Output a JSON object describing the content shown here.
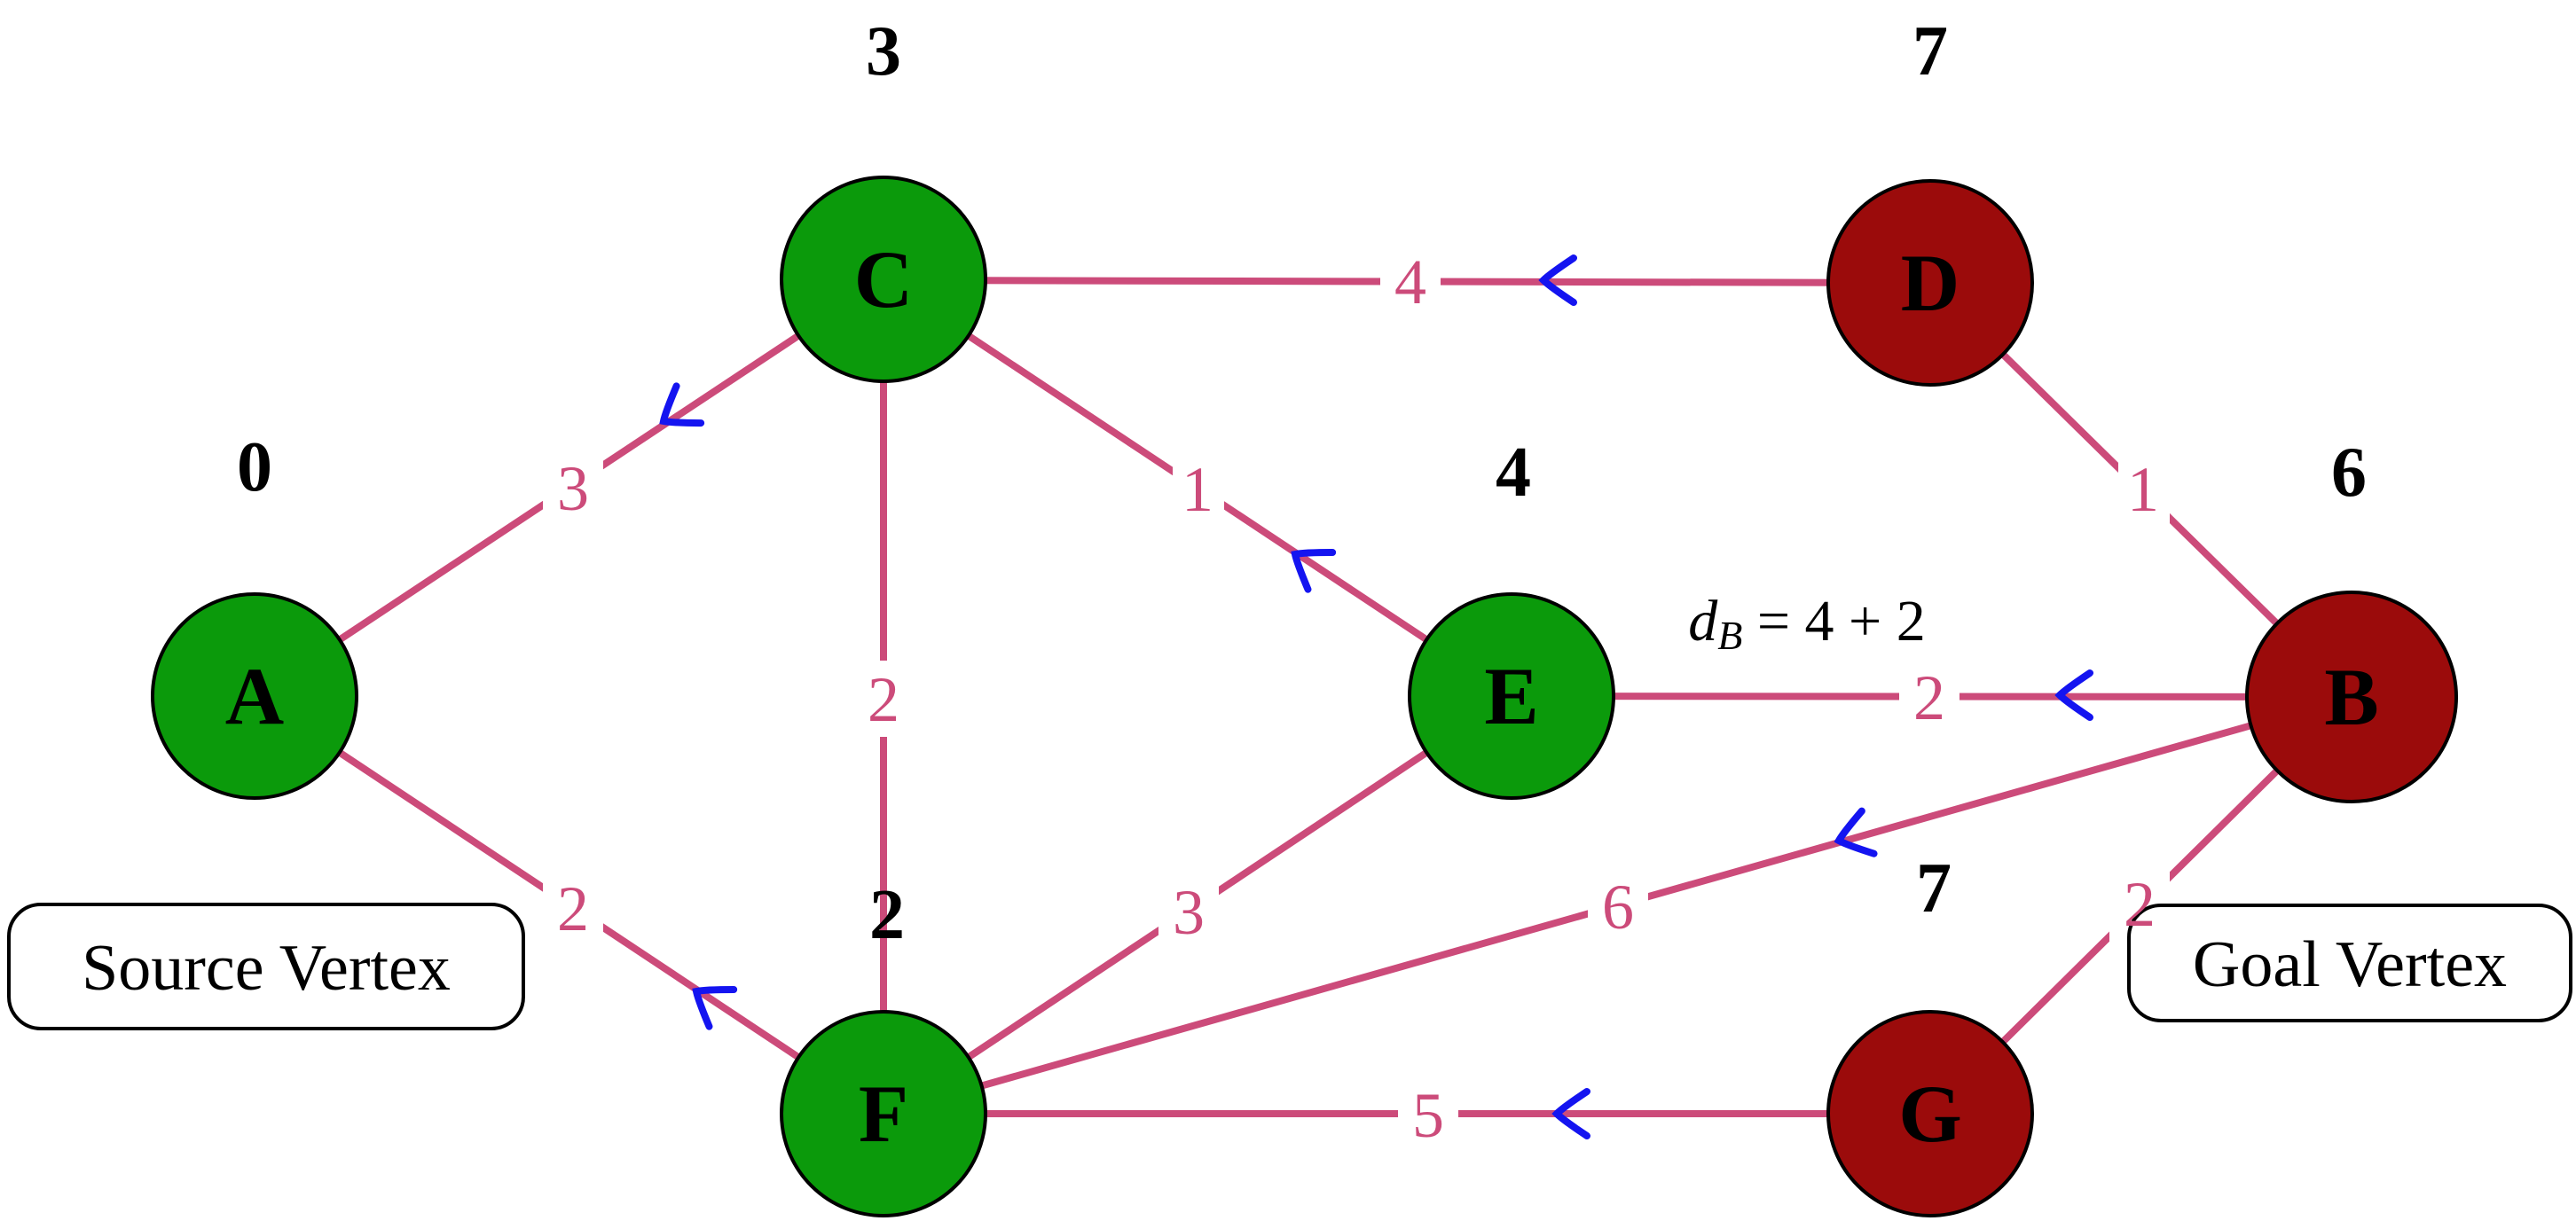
{
  "graph": {
    "colors": {
      "visited_node": "#0b9a0b",
      "frontier_node": "#9b0b0b",
      "node_border": "#000000",
      "edge": "#cc4b7a",
      "arrow": "#1414f0"
    },
    "vertices": [
      {
        "id": "A",
        "label": "A",
        "distance": "0",
        "state": "visited",
        "role": "source"
      },
      {
        "id": "C",
        "label": "C",
        "distance": "3",
        "state": "visited",
        "role": ""
      },
      {
        "id": "D",
        "label": "D",
        "distance": "7",
        "state": "frontier",
        "role": ""
      },
      {
        "id": "E",
        "label": "E",
        "distance": "4",
        "state": "visited",
        "role": ""
      },
      {
        "id": "B",
        "label": "B",
        "distance": "6",
        "state": "frontier",
        "role": "goal"
      },
      {
        "id": "F",
        "label": "F",
        "distance": "2",
        "state": "visited",
        "role": ""
      },
      {
        "id": "G",
        "label": "G",
        "distance": "7",
        "state": "frontier",
        "role": ""
      }
    ],
    "edges": [
      {
        "from": "A",
        "to": "C",
        "weight": "3",
        "arrow_toward": "A"
      },
      {
        "from": "A",
        "to": "F",
        "weight": "2",
        "arrow_toward": "A"
      },
      {
        "from": "C",
        "to": "F",
        "weight": "2",
        "arrow_toward": null
      },
      {
        "from": "C",
        "to": "E",
        "weight": "1",
        "arrow_toward": "C"
      },
      {
        "from": "C",
        "to": "D",
        "weight": "4",
        "arrow_toward": "C"
      },
      {
        "from": "D",
        "to": "B",
        "weight": "1",
        "arrow_toward": null
      },
      {
        "from": "E",
        "to": "B",
        "weight": "2",
        "arrow_toward": "E"
      },
      {
        "from": "E",
        "to": "F",
        "weight": "3",
        "arrow_toward": null
      },
      {
        "from": "F",
        "to": "B",
        "weight": "6",
        "arrow_toward": "F"
      },
      {
        "from": "F",
        "to": "G",
        "weight": "5",
        "arrow_toward": "F"
      },
      {
        "from": "G",
        "to": "B",
        "weight": "2",
        "arrow_toward": null
      }
    ],
    "annotation": {
      "variable": "d",
      "subscript": "B",
      "expression": " = 4 + 2"
    },
    "legend": {
      "source_label": "Source Vertex",
      "goal_label": "Goal Vertex"
    }
  }
}
